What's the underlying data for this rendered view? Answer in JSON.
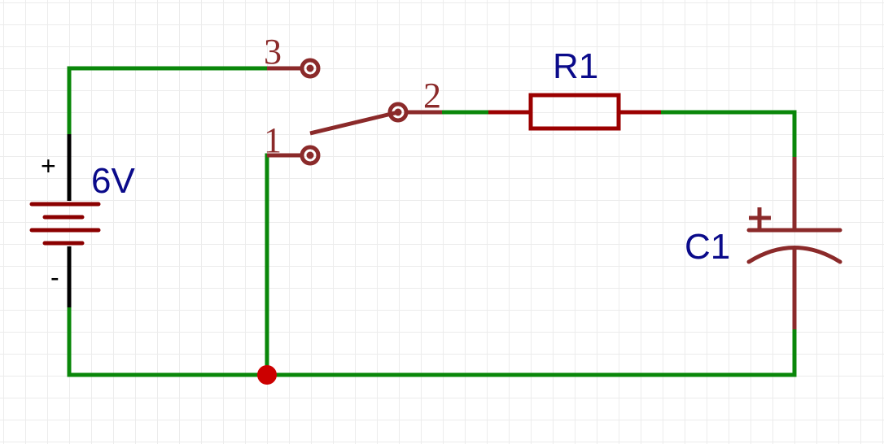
{
  "components": {
    "battery": {
      "label": "6V",
      "plus": "+",
      "minus": "-"
    },
    "switch": {
      "pin1": "1",
      "pin2": "2",
      "pin3": "3"
    },
    "resistor": {
      "label": "R1"
    },
    "capacitor": {
      "label": "C1",
      "polarity": "+"
    }
  },
  "colors": {
    "wire": "#0a870a",
    "part": "#8b2a2a",
    "resistor": "#9b0000",
    "battery_lead": "#000000",
    "label": "#0a0a8a",
    "junction": "#cc0000"
  }
}
